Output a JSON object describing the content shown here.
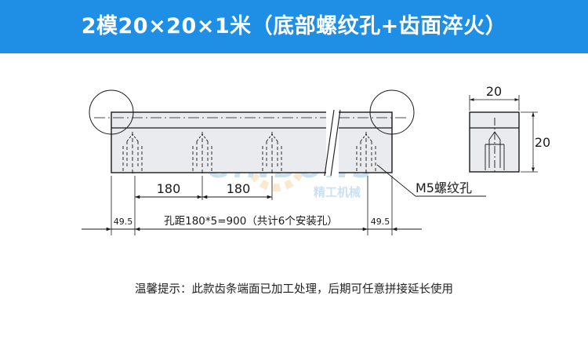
{
  "title": "2模20×20×1米（底部螺纹孔+齿面淬火）",
  "drawing": {
    "pitch_left": "180",
    "pitch_right": "180",
    "hole_note": "M5螺纹孔",
    "end_left": "49.5",
    "end_right": "49.5",
    "spacing_note": "孔距180*5=900（共计6个安装孔）",
    "side_width": "20",
    "side_height": "20",
    "watermark_en": "GINBONS",
    "watermark_cn": "精工机械"
  },
  "note": "温馨提示：此款齿条端面已加工处理，后期可任意拼接延长使用",
  "colors": {
    "banner": "#1f8fe6",
    "part_fill": "#e9ebef",
    "line": "#1a1a1a",
    "watermark": "#9ec9ee"
  }
}
